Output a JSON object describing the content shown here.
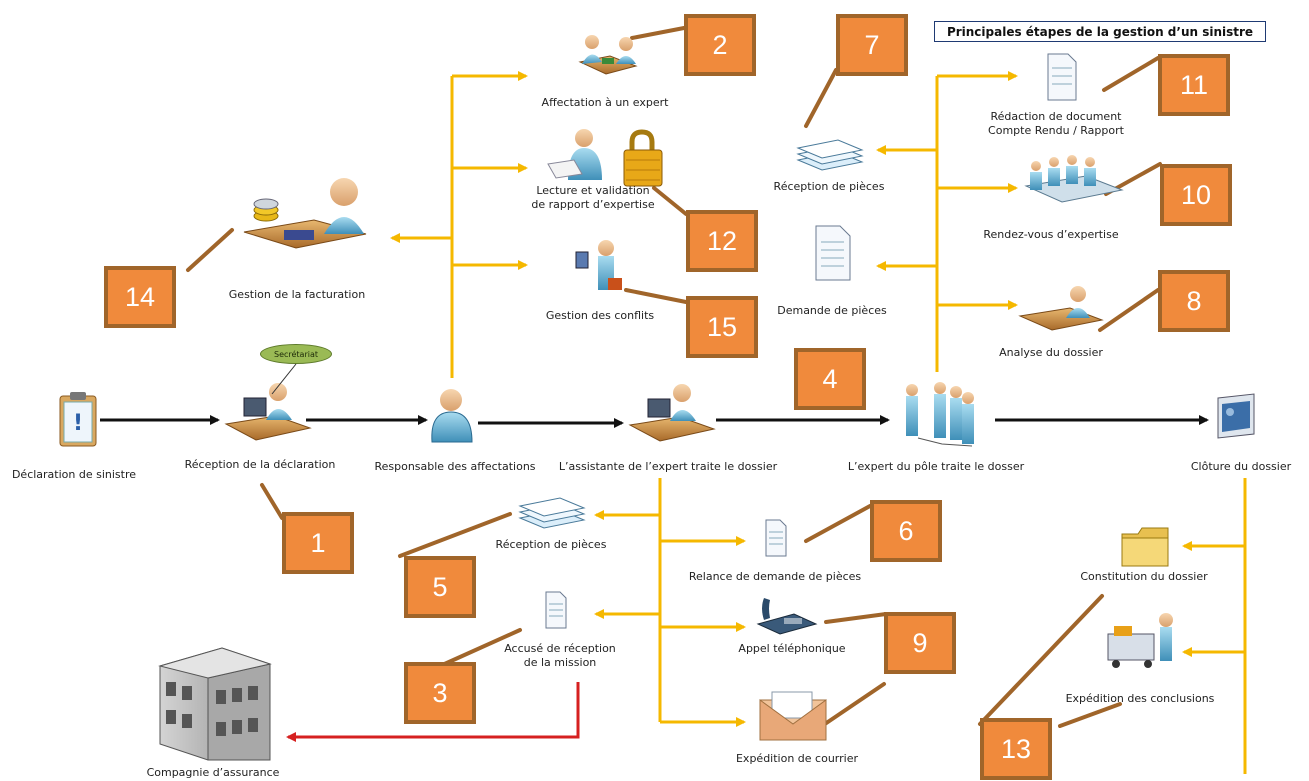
{
  "title": "Principales étapes de la gestion d’un sinistre",
  "bubble": "Secrétariat",
  "colors": {
    "flow": "#111111",
    "branch": "#f5b800",
    "insurer": "#d62020",
    "box": "#f08a3c",
    "box_border": "#a0652a",
    "connector": "#a0652a"
  },
  "labels": {
    "declaration": "Déclaration de sinistre",
    "reception": "Réception de la déclaration",
    "responsable": "Responsable des affectations",
    "assistante": "L’assistante de l’expert traite le dossier",
    "expert": "L’expert du pôle traite le dosser",
    "cloture": "Clôture du dossier",
    "affectation": "Affectation à un expert",
    "lecture1": "Lecture et validation",
    "lecture2": "de rapport d’expertise",
    "conflits": "Gestion des conflits",
    "facturation": "Gestion de la facturation",
    "reception_pieces_top": "Réception de pièces",
    "demande_pieces": "Demande de pièces",
    "redaction1": "Rédaction de document",
    "redaction2": "Compte Rendu / Rapport",
    "rdv": "Rendez-vous d’expertise",
    "analyse": "Analyse du dossier",
    "reception_pieces_bottom": "Réception de pièces",
    "relance": "Relance de demande de pièces",
    "accuse1": "Accusé de réception",
    "accuse2": "de la mission",
    "appel": "Appel téléphonique",
    "expedition_courrier": "Expédition de courrier",
    "constitution": "Constitution du dossier",
    "expedition_conclusions": "Expédition des conclusions",
    "compagnie": "Compagnie d’assurance"
  },
  "steps": {
    "n1": "1",
    "n2": "2",
    "n3": "3",
    "n4": "4",
    "n5": "5",
    "n6": "6",
    "n7": "7",
    "n8": "8",
    "n9": "9",
    "n10": "10",
    "n11": "11",
    "n12": "12",
    "n13": "13",
    "n14": "14",
    "n15": "15"
  }
}
